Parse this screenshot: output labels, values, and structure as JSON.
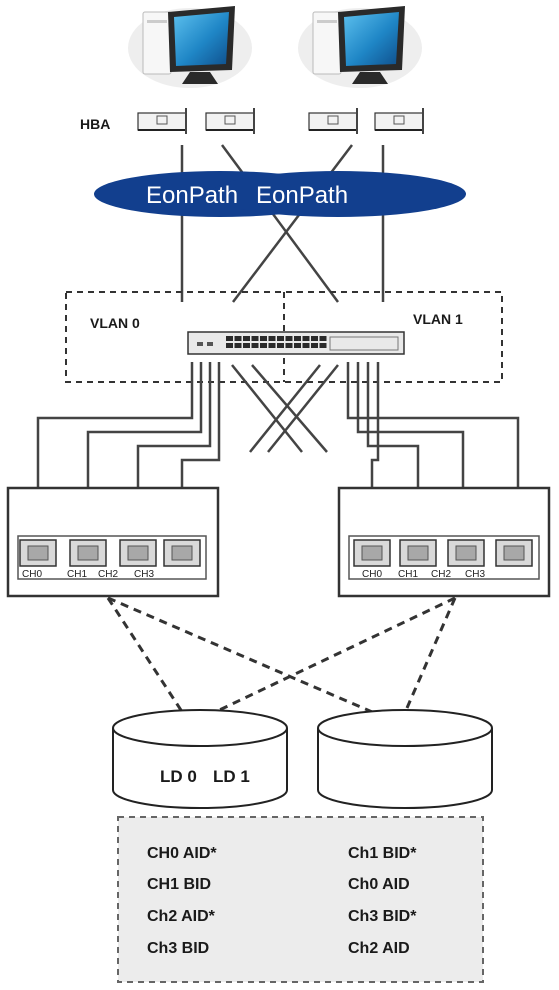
{
  "hba_label": "HBA",
  "eonpath_labels": [
    "EonPath",
    "EonPath"
  ],
  "vlans": [
    "VLAN 0",
    "VLAN 1"
  ],
  "controllers": [
    {
      "ports": [
        "CH0",
        "CH1",
        "CH2",
        "CH3"
      ]
    },
    {
      "ports": [
        "CH0",
        "CH1",
        "CH2",
        "CH3"
      ]
    }
  ],
  "logical_drives": [
    "LD 0",
    "LD 1"
  ],
  "channel_ids": {
    "left": [
      "CH0 AID*",
      "CH1 BID",
      "Ch2 AID*",
      "Ch3 BID"
    ],
    "right": [
      "Ch1 BID*",
      "Ch0 AID",
      "Ch3 BID*",
      "Ch2 AID"
    ]
  },
  "colors": {
    "eonpath_fill": "#123f8e",
    "line": "#444444",
    "screen": "#1f86c6",
    "table_bg": "#ececec"
  }
}
